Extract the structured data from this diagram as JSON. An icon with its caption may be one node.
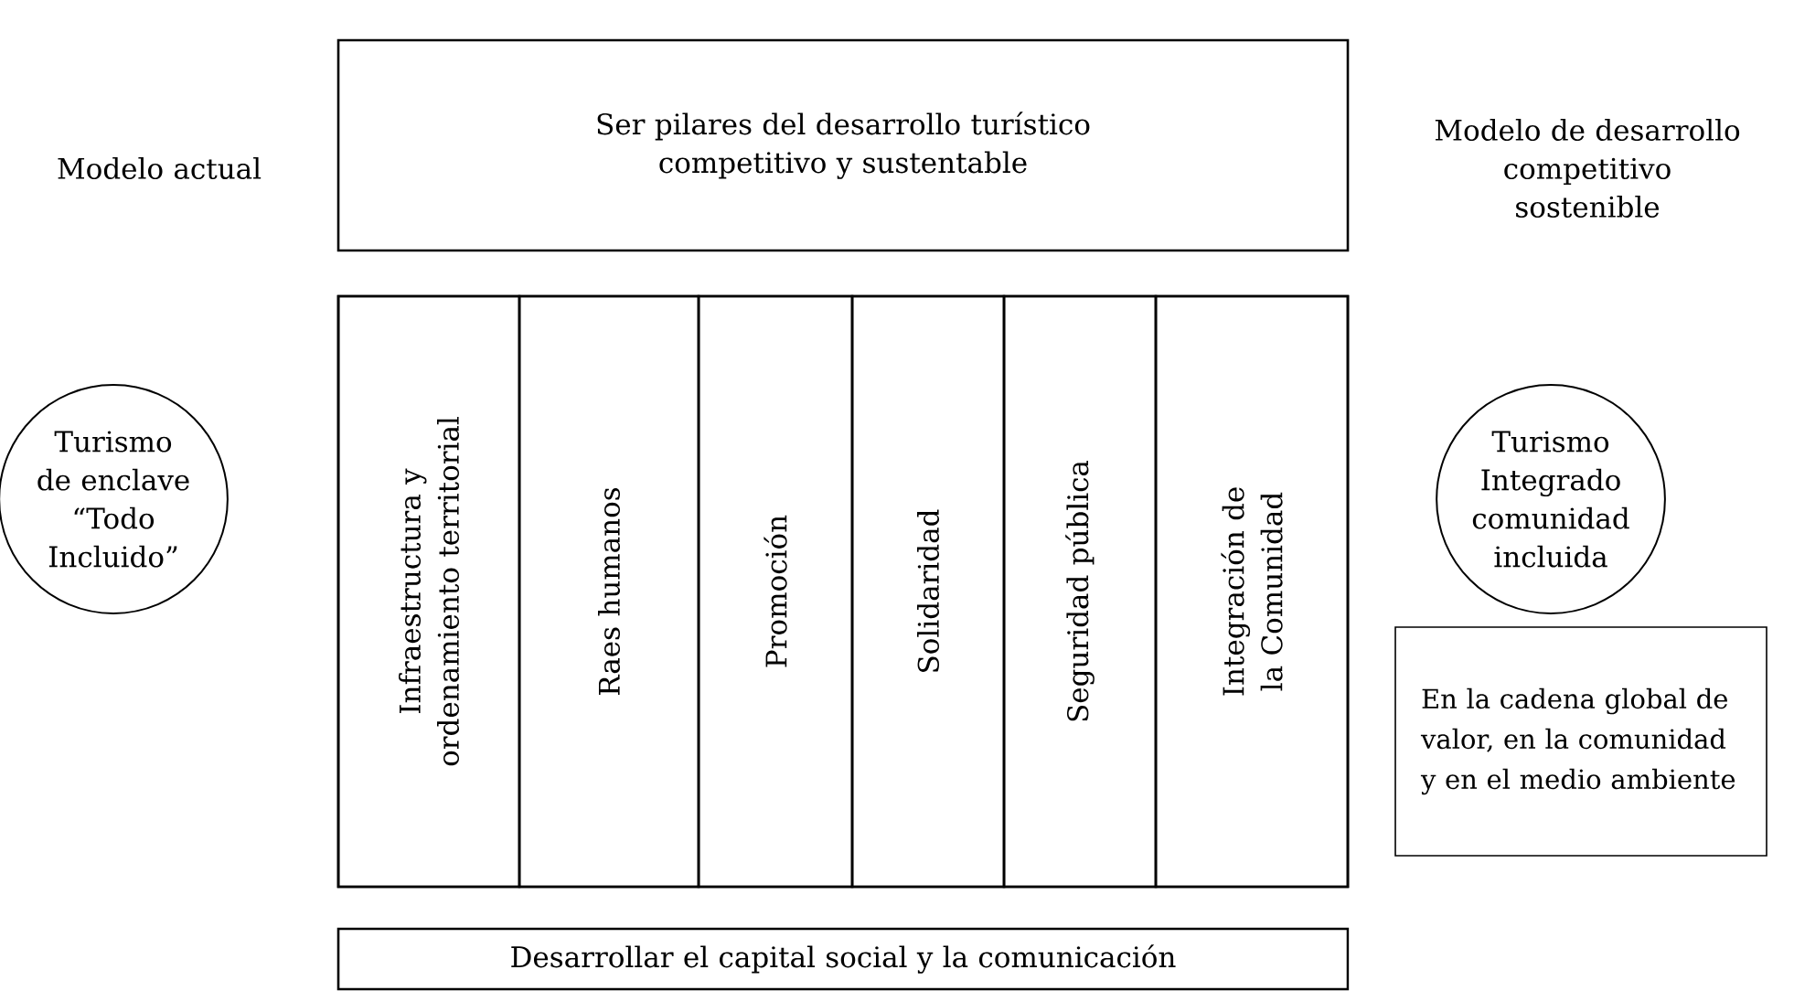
{
  "diagram": {
    "nodes": [
      {
        "text": [
          "Ser pilares del desarrollo turístico competitivo y sustentable"
        ]
      },
      {
        "text": [
          "Turismo de enclave “Todo Incluido”"
        ]
      },
      {
        "text": [],
        "shape": "box"
      },
      {
        "text": [
          "Infraestructura y ordenamiento territorial"
        ],
        "in": 2
      },
      {
        "text": [
          "Raes humanos"
        ],
        "in": 2
      },
      {
        "text": [
          "Promoción"
        ],
        "in": 2
      },
      {
        "text": [
          "Solidaridad"
        ],
        "in": 2
      },
      {
        "text": [
          "Seguridad pública"
        ],
        "in": 2
      },
      {
        "text": [
          "Integración de la Comunidad"
        ],
        "in": 2
      },
      {
        "text": [
          "Turismo Integrado comunidad incluida"
        ]
      },
      {
        "text": [
          "En la cadena global de valor, en la comunidad y en el medio ambiente"
        ]
      },
      {
        "text": [
          "Desarrollar el capital social y la comunicación"
        ]
      }
    ],
    "labels": [
      "Modelo actual",
      "Modelo de desarrollo competitivo sostenible"
    ]
  }
}
